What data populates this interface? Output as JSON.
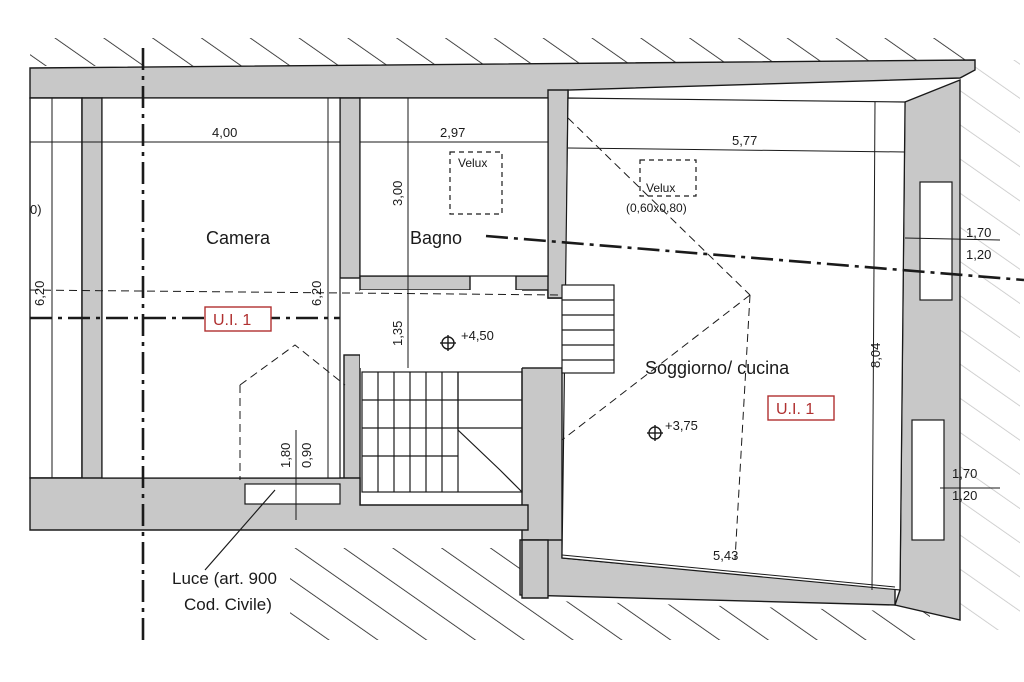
{
  "rooms": {
    "camera": "Camera",
    "bagno": "Bagno",
    "soggiorno": "Soggiorno/ cucina"
  },
  "units": {
    "left": "U.I. 1",
    "right": "U.I. 1"
  },
  "dimensions": {
    "camera_width": "4,00",
    "bagno_width": "2,97",
    "soggiorno_width": "5,77",
    "soggiorno_bottom_width": "5,43",
    "bagno_depth": "3,00",
    "camera_depth": "6,20",
    "left_depth": "6,20",
    "corridor_depth": "1,35",
    "soggiorno_depth": "8,04",
    "window_height": "1,80",
    "window_width": "0,90",
    "left_cut": "0)",
    "right_win_top_a": "1,70",
    "right_win_top_b": "1,20",
    "right_win_bot_a": "1,70",
    "right_win_bot_b": "1,20"
  },
  "levels": {
    "upper": "+4,50",
    "lower": "+3,75"
  },
  "velux": {
    "bagno": "Velux",
    "soggiorno": "Velux",
    "soggiorno_size": "(0,60x0,80)"
  },
  "notes": {
    "luce_line1": "Luce (art. 900",
    "luce_line2": "Cod. Civile)"
  },
  "colors": {
    "wall": "#c8c8c8",
    "ink": "#1a1a1a",
    "unit_label": "#b03030"
  }
}
